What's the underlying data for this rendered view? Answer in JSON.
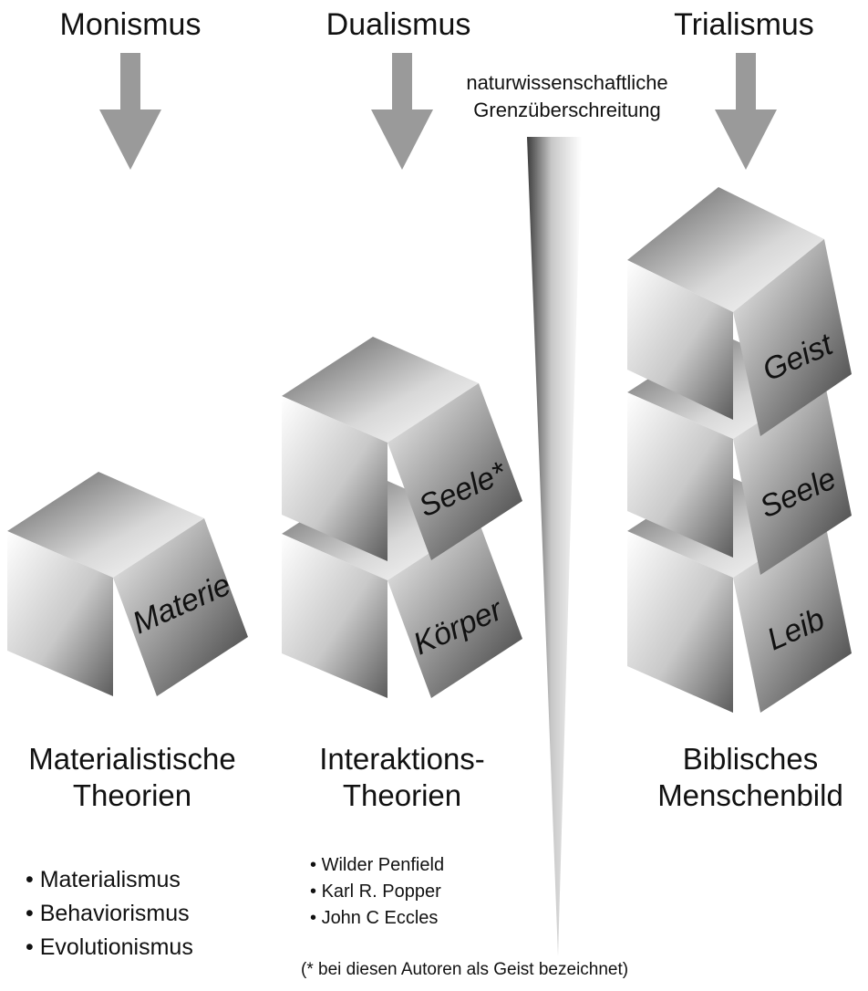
{
  "columns": [
    {
      "header": "Monismus",
      "subtitle_line1": "Materialistische",
      "subtitle_line2": "Theorien",
      "blocks": [
        "Materie"
      ],
      "bullets": [
        "Materialismus",
        "Behaviorismus",
        "Evolutionismus"
      ]
    },
    {
      "header": "Dualismus",
      "subtitle_line1": "Interaktions-",
      "subtitle_line2": "Theorien",
      "blocks": [
        "Seele*",
        "Körper"
      ],
      "bullets": [
        "Wilder Penfield",
        "Karl R. Popper",
        "John C Eccles"
      ]
    },
    {
      "header": "Trialismus",
      "subtitle_line1": "Biblisches",
      "subtitle_line2": "Menschenbild",
      "blocks": [
        "Geist",
        "Seele",
        "Leib"
      ],
      "bullets": []
    }
  ],
  "wedge_label_line1": "naturwissenschaftliche",
  "wedge_label_line2": "Grenzüberschreitung",
  "footnote": "(* bei diesen Autoren als Geist bezeichnet)",
  "colors": {
    "arrow": "#9a9a9a",
    "cube_dark": "#4a4a4a",
    "cube_light": "#f2f2f2"
  }
}
